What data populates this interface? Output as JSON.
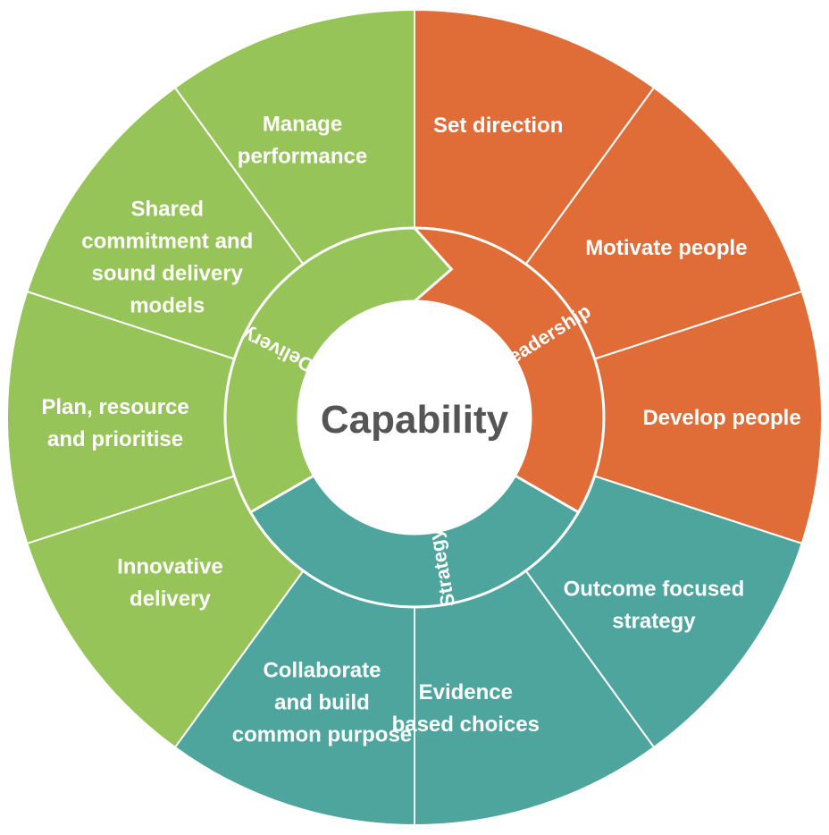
{
  "center": {
    "label": "Capability"
  },
  "colors": {
    "delivery": "#97c459",
    "leadership": "#e06c37",
    "strategy": "#4ea59d",
    "divider": "#ffffff",
    "center_fill": "#ffffff",
    "center_text": "#555555"
  },
  "rings": [
    {
      "key": "leadership",
      "label": "Leadership"
    },
    {
      "key": "strategy",
      "label": "Strategy"
    },
    {
      "key": "delivery",
      "label": "Delivery"
    }
  ],
  "segments": [
    {
      "key": "set-direction",
      "group": "leadership",
      "lines": [
        "Set direction"
      ]
    },
    {
      "key": "motivate-people",
      "group": "leadership",
      "lines": [
        "Motivate people"
      ]
    },
    {
      "key": "develop-people",
      "group": "leadership",
      "lines": [
        "Develop people"
      ]
    },
    {
      "key": "outcome-focused-strategy",
      "group": "strategy",
      "lines": [
        "Outcome focused",
        "strategy"
      ]
    },
    {
      "key": "evidence-based-choices",
      "group": "strategy",
      "lines": [
        "Evidence",
        "based choices"
      ]
    },
    {
      "key": "collaborate-build-common-purpose",
      "group": "strategy",
      "lines": [
        "Collaborate",
        "and build",
        "common purpose"
      ]
    },
    {
      "key": "innovative-delivery",
      "group": "delivery",
      "lines": [
        "Innovative",
        "delivery"
      ]
    },
    {
      "key": "plan-resource-prioritise",
      "group": "delivery",
      "lines": [
        "Plan, resource",
        "and prioritise"
      ]
    },
    {
      "key": "shared-commitment",
      "group": "delivery",
      "lines": [
        "Shared",
        "commitment and",
        "sound delivery",
        "models"
      ]
    },
    {
      "key": "manage-performance",
      "group": "delivery",
      "lines": [
        "Manage",
        "performance"
      ]
    }
  ]
}
